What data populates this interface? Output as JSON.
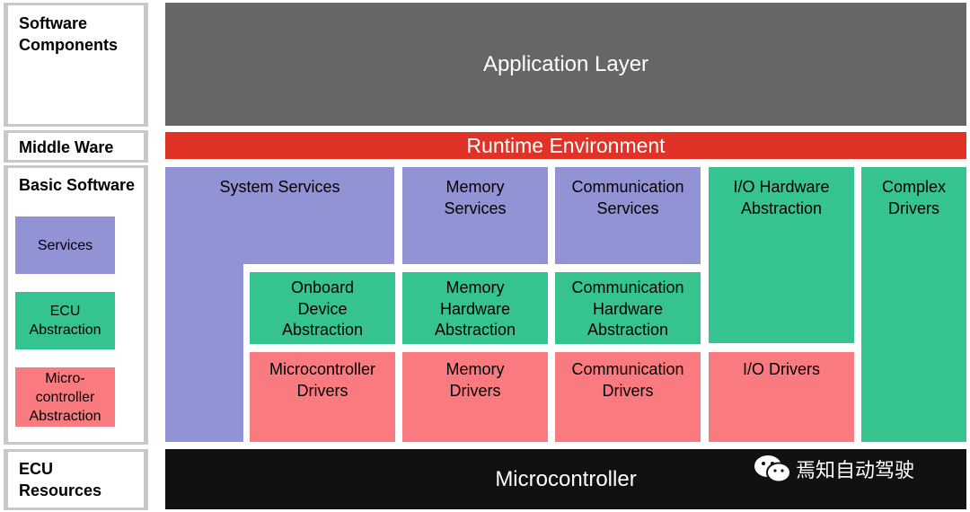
{
  "legend": {
    "software_components": "Software\nComponents",
    "middle_ware": "Middle Ware",
    "basic_software": "Basic Software",
    "ecu_resources": "ECU\nResources",
    "items": {
      "services": "Services",
      "ecu_abstraction": "ECU\nAbstraction",
      "microcontroller_abstraction": "Micro-\ncontroller\nAbstraction"
    }
  },
  "layers": {
    "application": "Application Layer",
    "runtime": "Runtime Environment",
    "microcontroller": "Microcontroller"
  },
  "blocks": {
    "system_services": "System Services",
    "memory_services": "Memory\nServices",
    "communication_services": "Communication\nServices",
    "io_hardware_abstraction": "I/O Hardware\nAbstraction",
    "complex_drivers": "Complex\nDrivers",
    "onboard_device_abstraction": "Onboard\nDevice\nAbstraction",
    "memory_hardware_abstraction": "Memory\nHardware\nAbstraction",
    "communication_hardware_abstraction": "Communication\nHardware\nAbstraction",
    "microcontroller_drivers": "Microcontroller\nDrivers",
    "memory_drivers": "Memory\nDrivers",
    "communication_drivers": "Communication\nDrivers",
    "io_drivers": "I/O Drivers"
  },
  "watermark": "焉知自动驾驶",
  "colors": {
    "application": "#666666",
    "runtime": "#e03226",
    "microcontroller": "#111111",
    "services": "#9193d4",
    "ecu_abstraction": "#35c38f",
    "microcontroller_abstraction": "#fa7b7f"
  }
}
